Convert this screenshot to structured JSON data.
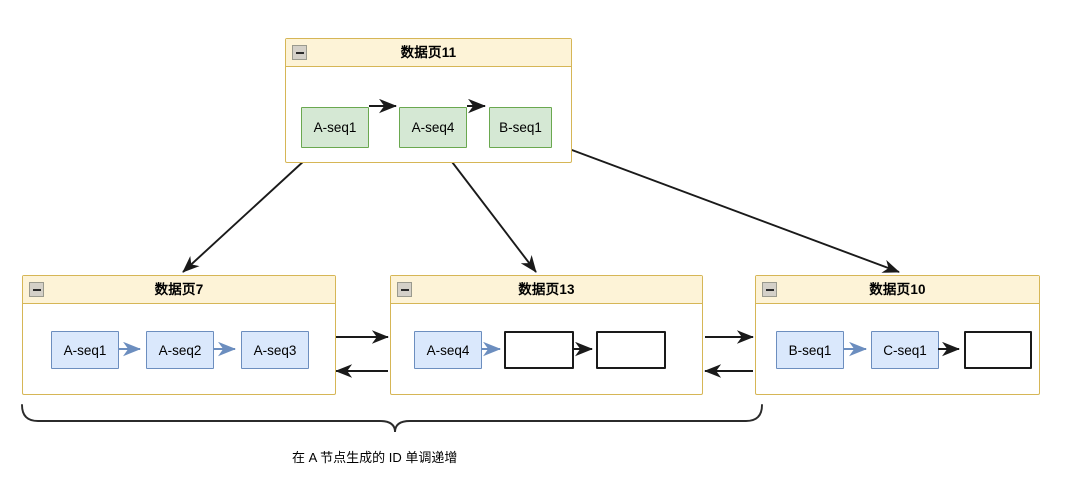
{
  "diagram": {
    "caption": "在 A 节点生成的 ID 单调递增",
    "colors": {
      "page_border": "#d6b656",
      "page_header_fill": "#fdf3d7",
      "green_fill": "#d5e8d4",
      "green_stroke": "#6aa84f",
      "blue_fill": "#dae8fc",
      "blue_stroke": "#6c8ebf",
      "black_stroke": "#1a1a1a",
      "blue_arrow": "#6c8ebf"
    },
    "pages": [
      {
        "id": "page-11",
        "title": "数据页11",
        "collapse_icon": "minus-square-icon",
        "nodes": [
          {
            "label": "A-seq1",
            "style": "green"
          },
          {
            "label": "A-seq4",
            "style": "green"
          },
          {
            "label": "B-seq1",
            "style": "green"
          }
        ]
      },
      {
        "id": "page-7",
        "title": "数据页7",
        "collapse_icon": "minus-square-icon",
        "nodes": [
          {
            "label": "A-seq1",
            "style": "blue"
          },
          {
            "label": "A-seq2",
            "style": "blue"
          },
          {
            "label": "A-seq3",
            "style": "blue"
          }
        ]
      },
      {
        "id": "page-13",
        "title": "数据页13",
        "collapse_icon": "minus-square-icon",
        "nodes": [
          {
            "label": "A-seq4",
            "style": "blue"
          },
          {
            "label": "",
            "style": "empty"
          },
          {
            "label": "",
            "style": "empty"
          }
        ]
      },
      {
        "id": "page-10",
        "title": "数据页10",
        "collapse_icon": "minus-square-icon",
        "nodes": [
          {
            "label": "B-seq1",
            "style": "blue"
          },
          {
            "label": "C-seq1",
            "style": "blue"
          },
          {
            "label": "",
            "style": "empty"
          }
        ]
      }
    ]
  }
}
